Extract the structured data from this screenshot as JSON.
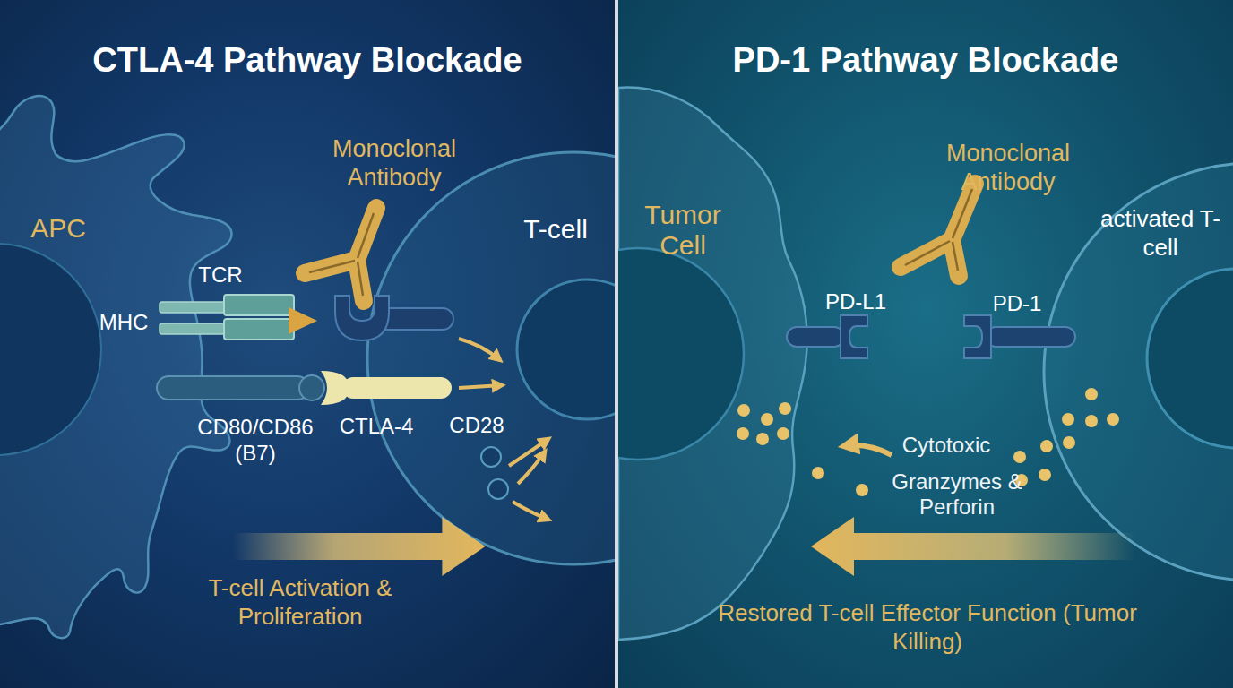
{
  "diagram": {
    "nodes": [
      {
        "text": [
          "CTLA-4 Pathway Blockade"
        ]
      },
      {
        "text": [
          "APC"
        ],
        "in": 0
      },
      {
        "text": [
          "T-cell"
        ],
        "in": 0
      },
      {
        "text": [
          "PD-1 Pathway Blockade"
        ]
      },
      {
        "text": [
          "Tumor Cell"
        ],
        "in": 3
      },
      {
        "text": [
          "activated T-cell"
        ],
        "in": 3
      }
    ],
    "edges": [
      {
        "from": 1,
        "to": 2,
        "arrow": "to",
        "label": "T-cell Activation & Proliferation"
      },
      {
        "from": 5,
        "to": 4,
        "arrow": "to",
        "label": "Restored T-cell Effector Function (Tumor Killing)"
      }
    ],
    "labels": [
      "Monoclonal Antibody",
      "TCR",
      "MHC",
      "CD80/CD86 (B7)",
      "CTLA-4",
      "CD28",
      "Monoclonal Antibody",
      "PD-L1",
      "PD-1",
      "Cytotoxic",
      "Granzymes & Perforin"
    ]
  }
}
